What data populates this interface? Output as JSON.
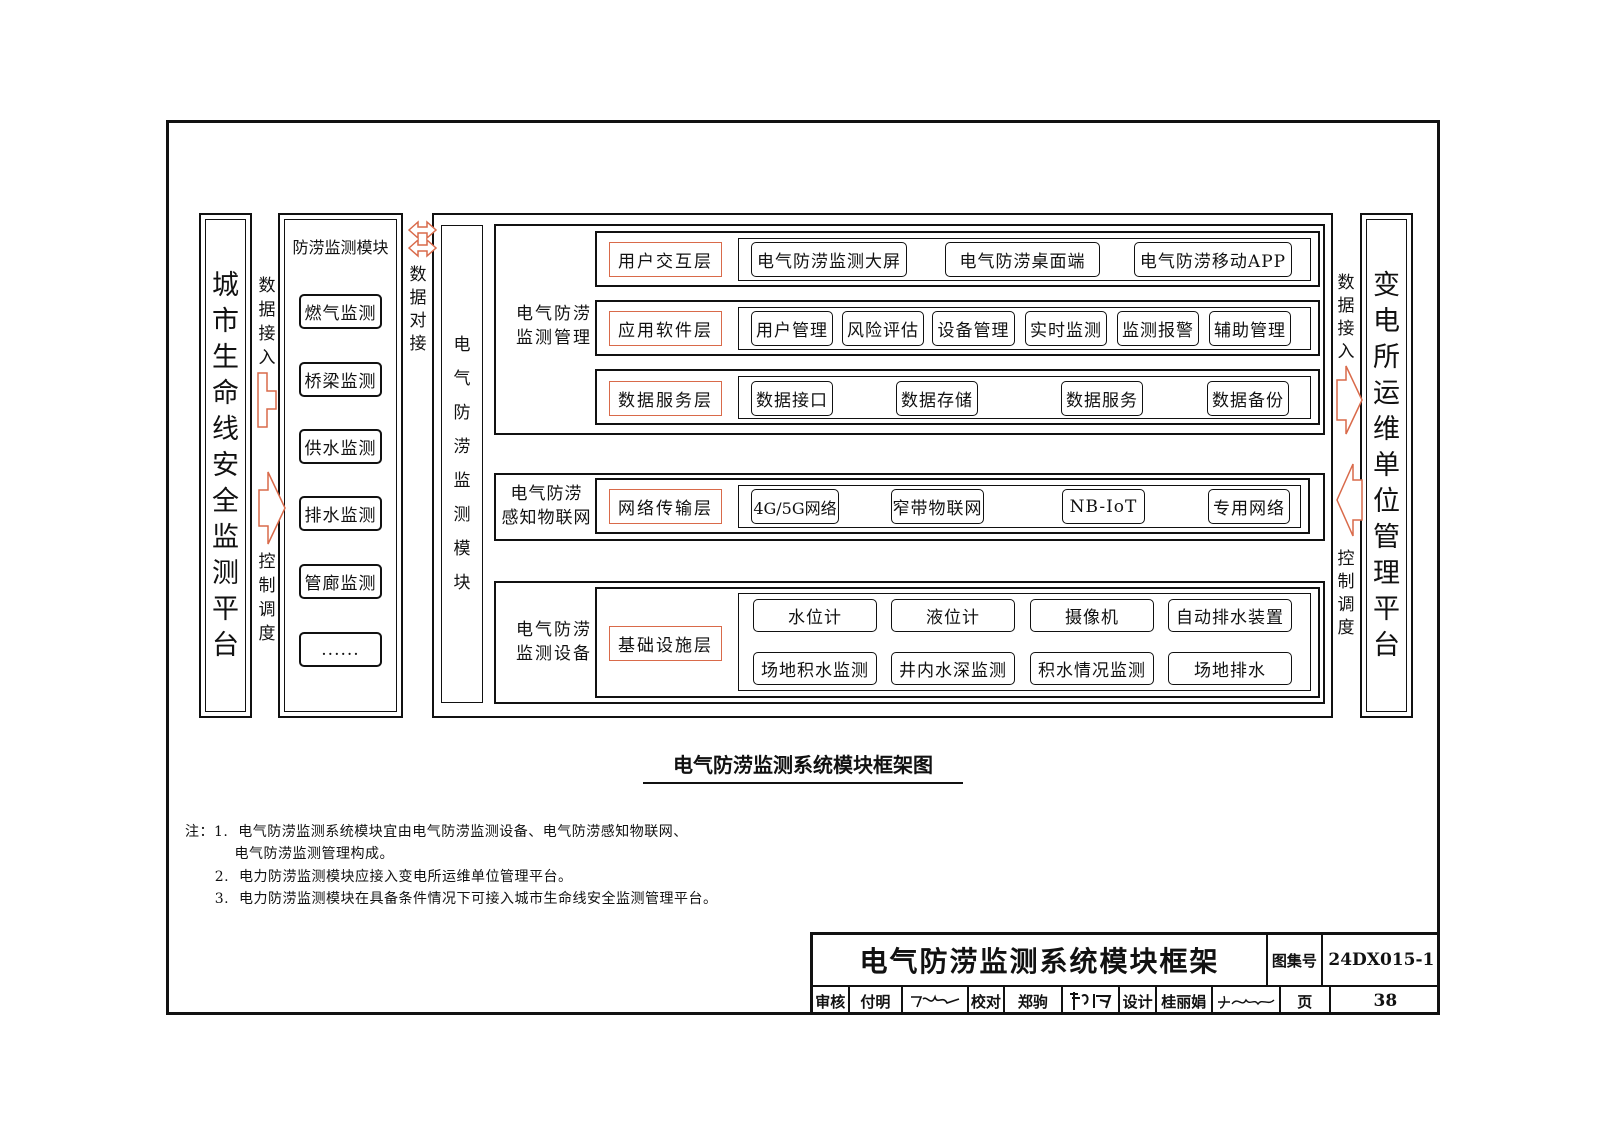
{
  "left_platform": "城市生命线安全监测平台",
  "left_arrows": {
    "upper": "数据接入",
    "lower": "控制调度"
  },
  "module_panel": {
    "title": "防涝监测模块",
    "items": [
      "燃气监测",
      "桥梁监测",
      "供水监测",
      "排水监测",
      "管廊监测",
      "......"
    ]
  },
  "docking_label": "数据对接",
  "main_module_label": "电气防涝监测模块",
  "sections": {
    "management": {
      "label": "电气防涝\n监测管理",
      "layers": [
        {
          "name": "用户交互层",
          "items": [
            "电气防涝监测大屏",
            "电气防涝桌面端",
            "电气防涝移动APP"
          ]
        },
        {
          "name": "应用软件层",
          "items": [
            "用户管理",
            "风险评估",
            "设备管理",
            "实时监测",
            "监测报警",
            "辅助管理"
          ]
        },
        {
          "name": "数据服务层",
          "items": [
            "数据接口",
            "数据存储",
            "数据服务",
            "数据备份"
          ]
        }
      ]
    },
    "iot": {
      "label": "电气防涝\n感知物联网",
      "layer": {
        "name": "网络传输层",
        "items": [
          "4G/5G网络",
          "窄带物联网",
          "NB-IoT",
          "专用网络"
        ]
      }
    },
    "devices": {
      "label": "电气防涝\n监测设备",
      "layer": {
        "name": "基础设施层",
        "items": [
          "水位计",
          "液位计",
          "摄像机",
          "自动排水装置",
          "场地积水监测",
          "井内水深监测",
          "积水情况监测",
          "场地排水"
        ]
      }
    }
  },
  "right_arrows": {
    "upper": "数据接入",
    "lower": "控制调度"
  },
  "right_platform": "变电所运维单位管理平台",
  "diagram_caption": "电气防涝监测系统模块框架图",
  "notes": [
    "注：1.  电气防涝监测系统模块宜由电气防涝监测设备、电气防涝感知物联网、",
    "          电气防涝监测管理构成。",
    "      2.  电力防涝监测模块应接入变电所运维单位管理平台。",
    "      3.  电力防涝监测模块在具备条件情况下可接入城市生命线安全监测管理平台。"
  ],
  "title_block": {
    "title": "电气防涝监测系统模块框架",
    "atlas_label": "图集号",
    "atlas_no": "24DX015-1",
    "review_label": "审核",
    "reviewer": "付明",
    "check_label": "校对",
    "checker": "郑驹",
    "design_label": "设计",
    "designer": "桂丽娟",
    "page_label": "页",
    "page_no": "38"
  },
  "colors": {
    "line": "#111111",
    "accent_red": "#d96a4a"
  }
}
